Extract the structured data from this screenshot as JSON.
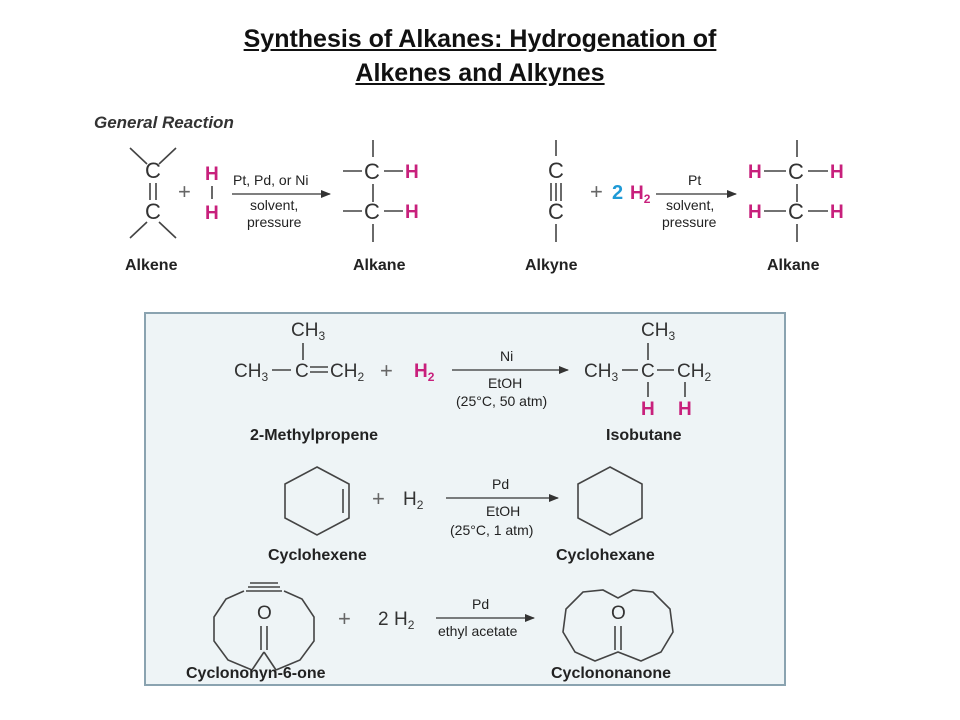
{
  "title": {
    "line1": "Synthesis of Alkanes:  Hydrogenation of",
    "line2": "Alkenes and Alkynes"
  },
  "general": {
    "heading": "General Reaction",
    "alkene_label": "Alkene",
    "alkane_label": "Alkane",
    "alkyne_label": "Alkyne",
    "alkane2_label": "Alkane",
    "cond1_top": "Pt, Pd, or Ni",
    "cond1_bottom1": "solvent,",
    "cond1_bottom2": "pressure",
    "cond2_top": "Pt",
    "cond2_bottom1": "solvent,",
    "cond2_bottom2": "pressure",
    "two_h2_coef": "2",
    "plus": "+"
  },
  "examples": {
    "ex1": {
      "reactant_label": "2-Methylpropene",
      "product_label": "Isobutane",
      "cond_top": "Ni",
      "cond_bottom1": "EtOH",
      "cond_bottom2": "(25°C, 50 atm)"
    },
    "ex2": {
      "reactant_label": "Cyclohexene",
      "product_label": "Cyclohexane",
      "cond_top": "Pd",
      "cond_bottom1": "EtOH",
      "cond_bottom2": "(25°C, 1 atm)"
    },
    "ex3": {
      "reactant_label": "Cyclononyn-6-one",
      "product_label": "Cyclononanone",
      "cond_top": "Pd",
      "cond_bottom1": "ethyl acetate",
      "coef": "2"
    }
  },
  "colors": {
    "hydrogen": "#c8207c",
    "coefficient": "#1e9ad6",
    "box_background": "#eef4f6",
    "box_border": "#8aa3b0"
  }
}
